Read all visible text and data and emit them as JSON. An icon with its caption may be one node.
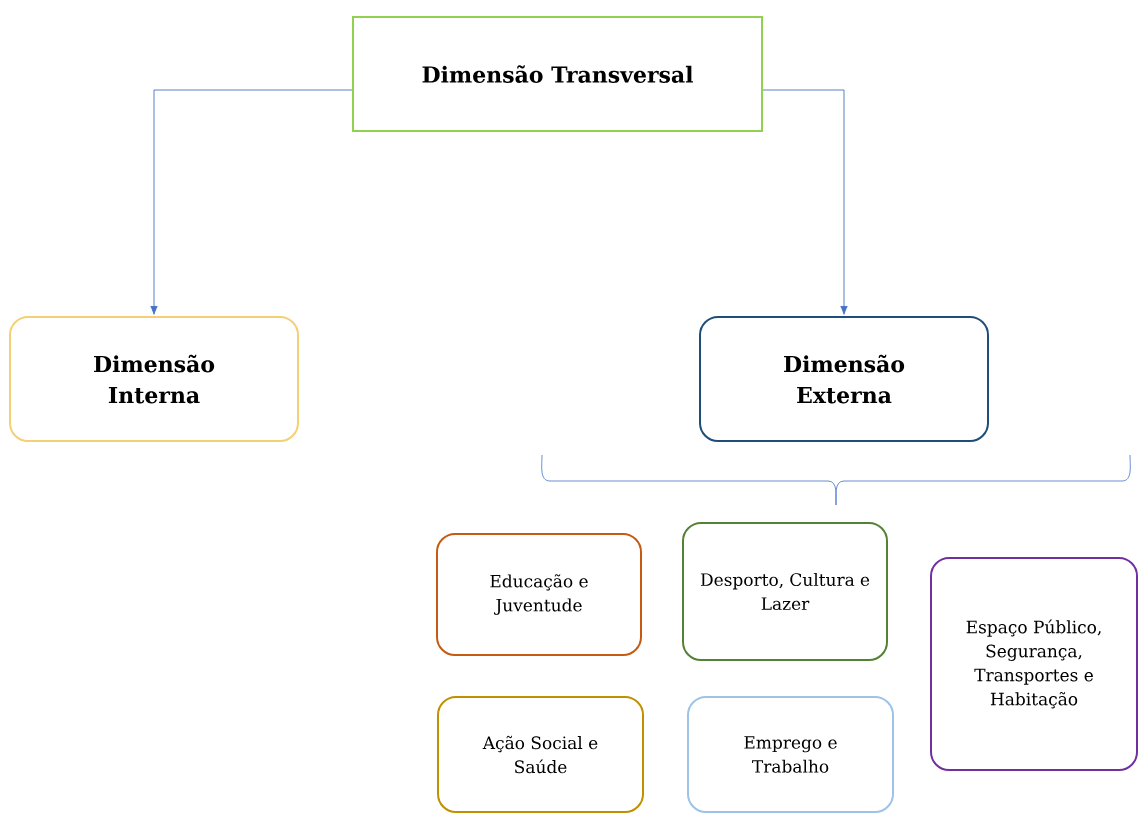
{
  "diagram": {
    "nodes": [
      {
        "text": [
          "Dimensão Transversal"
        ]
      },
      {
        "text": [
          "Dimensão Interna"
        ]
      },
      {
        "text": [
          "Dimensão Externa"
        ]
      },
      {
        "text": [
          "Educação e Juventude"
        ]
      },
      {
        "text": [
          "Desporto, Cultura e Lazer"
        ]
      },
      {
        "text": [
          "Espaço Público, Segurança, Transportes e Habitação"
        ]
      },
      {
        "text": [
          "Ação Social e Saúde"
        ]
      },
      {
        "text": [
          "Emprego e Trabalho"
        ]
      }
    ],
    "edges": [
      {
        "from": 0,
        "to": 1,
        "arrow": "to"
      },
      {
        "from": 0,
        "to": 2,
        "arrow": "to"
      }
    ]
  }
}
